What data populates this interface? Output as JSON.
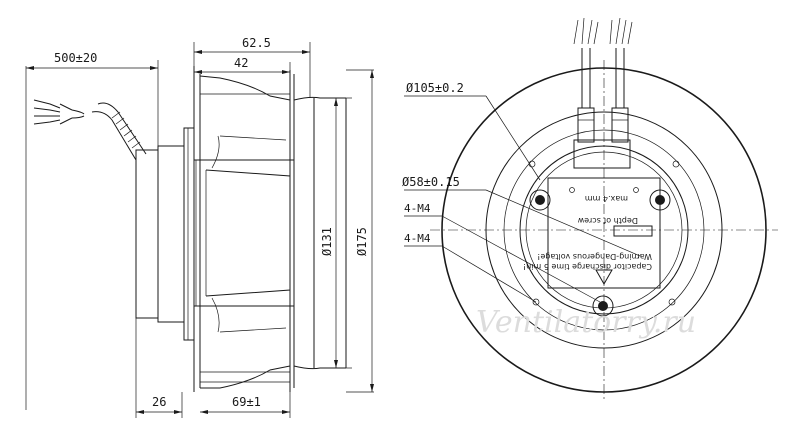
{
  "side_view": {
    "dim_cable_length": "500±20",
    "dim_total_depth": "62.5",
    "dim_impeller_depth": "42",
    "dim_motor_depth": "26",
    "dim_inlet_depth": "69±1",
    "dim_inner_diameter": "Ø131",
    "dim_outer_diameter": "Ø175"
  },
  "front_view": {
    "dim_bolt_circle": "Ø105±0.2",
    "dim_center_bore": "Ø58±0.15",
    "thread_label_1": "4-M4",
    "thread_label_2": "4-M4",
    "label_screw_depth_1": "Depth of screw",
    "label_screw_depth_2": "max.4 mm",
    "warning_line_1": "Warning-Dangerous voltage!",
    "warning_line_2": "Capacitor discharge time 5 min!"
  },
  "watermark": "Ventilatorry.ru"
}
